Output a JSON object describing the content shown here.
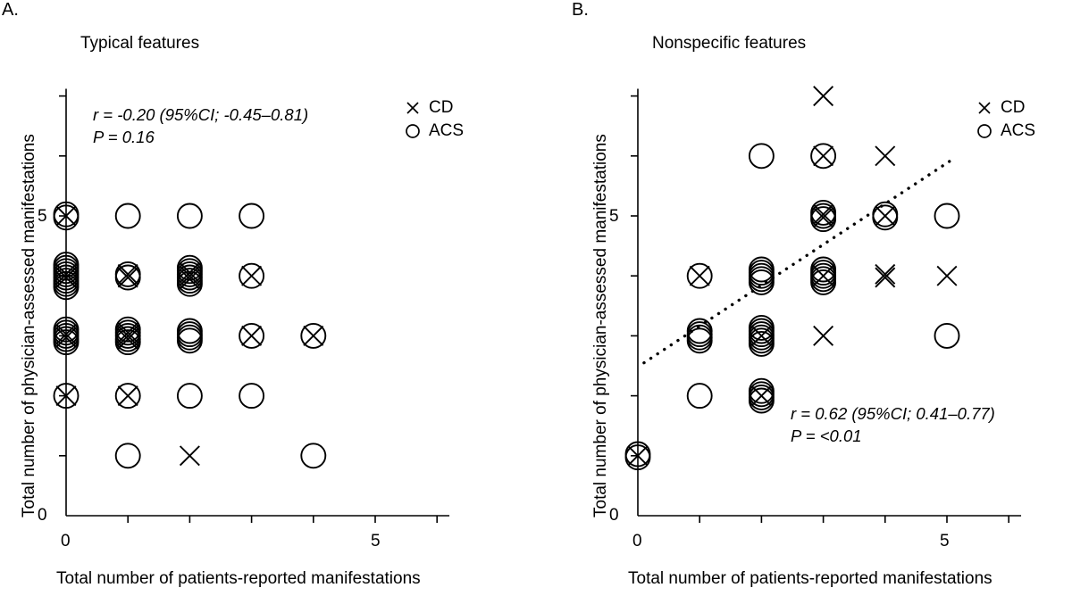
{
  "figure": {
    "background": "#ffffff",
    "stroke_color": "#000000"
  },
  "panels": [
    {
      "letter": "A.",
      "title": "Typical features",
      "xlabel": "Total number of patients-reported manifestations",
      "ylabel": "Total number of physician-assessed manifestations",
      "xticklabels": [
        "0",
        "5"
      ],
      "yticklabels": [
        "0",
        "5"
      ],
      "stats_r": "r = -0.20 (95%CI; -0.45–0.81)",
      "stats_p": "P = 0.16",
      "legend": [
        {
          "marker": "cross-marker",
          "label": "CD"
        },
        {
          "marker": "circle-marker",
          "label": "ACS"
        }
      ],
      "trendline": false
    },
    {
      "letter": "B.",
      "title": "Nonspecific features",
      "xlabel": "Total number of patients-reported manifestations",
      "ylabel": "Total number of physician-assessed manifestations",
      "xticklabels": [
        "0",
        "5"
      ],
      "yticklabels": [
        "0",
        "5"
      ],
      "stats_r": "r = 0.62 (95%CI; 0.41–0.77)",
      "stats_p": "P = <0.01",
      "legend": [
        {
          "marker": "cross-marker",
          "label": "CD"
        },
        {
          "marker": "circle-marker",
          "label": "ACS"
        }
      ],
      "trendline": true
    }
  ],
  "chart_data": [
    {
      "type": "scatter",
      "panel": "A",
      "title": "Typical features",
      "xlabel": "Total number of patients-reported manifestations",
      "ylabel": "Total number of physician-assessed manifestations",
      "xlim": [
        0,
        6.2
      ],
      "ylim": [
        0,
        7.1
      ],
      "xticks": [
        0,
        1,
        2,
        3,
        4,
        5,
        6
      ],
      "yticks": [
        0,
        1,
        2,
        3,
        4,
        5,
        6,
        7
      ],
      "xticklabels_shown": {
        "0": "0",
        "5": "5"
      },
      "yticklabels_shown": {
        "0": "0",
        "5": "5"
      },
      "grid": false,
      "legend_position": "top-right",
      "annotation_r": "r = -0.20 (95%CI; -0.45–0.81)",
      "annotation_p": "P = 0.16",
      "correlation_r": -0.2,
      "ci_low": -0.45,
      "ci_high": 0.81,
      "p_value": "0.16",
      "trendline": null,
      "series": [
        {
          "name": "ACS",
          "marker": "circle",
          "points": [
            {
              "x": 0,
              "y": 5,
              "n": 2,
              "jitter": 1
            },
            {
              "x": 1,
              "y": 5,
              "n": 1,
              "jitter": 0
            },
            {
              "x": 2,
              "y": 5,
              "n": 1,
              "jitter": 0
            },
            {
              "x": 3,
              "y": 5,
              "n": 1,
              "jitter": 0
            },
            {
              "x": 0,
              "y": 4,
              "n": 8,
              "jitter": 1
            },
            {
              "x": 1,
              "y": 4,
              "n": 2,
              "jitter": 1
            },
            {
              "x": 2,
              "y": 4,
              "n": 6,
              "jitter": 1
            },
            {
              "x": 3,
              "y": 4,
              "n": 1,
              "jitter": 0
            },
            {
              "x": 0,
              "y": 3,
              "n": 5,
              "jitter": 1
            },
            {
              "x": 1,
              "y": 3,
              "n": 5,
              "jitter": 1
            },
            {
              "x": 2,
              "y": 3,
              "n": 4,
              "jitter": 1
            },
            {
              "x": 3,
              "y": 3,
              "n": 1,
              "jitter": 0
            },
            {
              "x": 4,
              "y": 3,
              "n": 1,
              "jitter": 0
            },
            {
              "x": 0,
              "y": 2,
              "n": 1,
              "jitter": 0
            },
            {
              "x": 1,
              "y": 2,
              "n": 1,
              "jitter": 0
            },
            {
              "x": 2,
              "y": 2,
              "n": 1,
              "jitter": 0
            },
            {
              "x": 3,
              "y": 2,
              "n": 1,
              "jitter": 0
            },
            {
              "x": 1,
              "y": 1,
              "n": 1,
              "jitter": 0
            },
            {
              "x": 4,
              "y": 1,
              "n": 1,
              "jitter": 0
            }
          ]
        },
        {
          "name": "CD",
          "marker": "cross",
          "points": [
            {
              "x": 0,
              "y": 5,
              "n": 1,
              "jitter": 0
            },
            {
              "x": 0,
              "y": 4,
              "n": 2,
              "jitter": 1
            },
            {
              "x": 1,
              "y": 4,
              "n": 2,
              "jitter": 1
            },
            {
              "x": 2,
              "y": 4,
              "n": 3,
              "jitter": 1
            },
            {
              "x": 3,
              "y": 4,
              "n": 1,
              "jitter": 0
            },
            {
              "x": 0,
              "y": 3,
              "n": 2,
              "jitter": 1
            },
            {
              "x": 1,
              "y": 3,
              "n": 3,
              "jitter": 1
            },
            {
              "x": 3,
              "y": 3,
              "n": 1,
              "jitter": 0
            },
            {
              "x": 4,
              "y": 3,
              "n": 1,
              "jitter": 0
            },
            {
              "x": 0,
              "y": 2,
              "n": 1,
              "jitter": 0
            },
            {
              "x": 1,
              "y": 2,
              "n": 1,
              "jitter": 0
            },
            {
              "x": 2,
              "y": 1,
              "n": 1,
              "jitter": 0
            }
          ]
        }
      ]
    },
    {
      "type": "scatter",
      "panel": "B",
      "title": "Nonspecific features",
      "xlabel": "Total number of patients-reported manifestations",
      "ylabel": "Total number of physician-assessed manifestations",
      "xlim": [
        0,
        6.2
      ],
      "ylim": [
        0,
        7.1
      ],
      "xticks": [
        0,
        1,
        2,
        3,
        4,
        5,
        6
      ],
      "yticks": [
        0,
        1,
        2,
        3,
        4,
        5,
        6,
        7
      ],
      "xticklabels_shown": {
        "0": "0",
        "5": "5"
      },
      "yticklabels_shown": {
        "0": "0",
        "5": "5"
      },
      "grid": false,
      "legend_position": "top-right",
      "annotation_r": "r = 0.62 (95%CI; 0.41–0.77)",
      "annotation_p": "P = <0.01",
      "correlation_r": 0.62,
      "ci_low": 0.41,
      "ci_high": 0.77,
      "p_value": "<0.01",
      "trendline": {
        "style": "dotted",
        "x_start": 0.1,
        "y_start": 2.55,
        "x_end": 5.1,
        "y_end": 5.95
      },
      "series": [
        {
          "name": "ACS",
          "marker": "circle",
          "points": [
            {
              "x": 2,
              "y": 6,
              "n": 1,
              "jitter": 0
            },
            {
              "x": 3,
              "y": 6,
              "n": 1,
              "jitter": 0
            },
            {
              "x": 3,
              "y": 5,
              "n": 3,
              "jitter": 1
            },
            {
              "x": 4,
              "y": 5,
              "n": 2,
              "jitter": 1
            },
            {
              "x": 5,
              "y": 5,
              "n": 1,
              "jitter": 0
            },
            {
              "x": 1,
              "y": 4,
              "n": 1,
              "jitter": 0
            },
            {
              "x": 2,
              "y": 4,
              "n": 5,
              "jitter": 1
            },
            {
              "x": 3,
              "y": 4,
              "n": 5,
              "jitter": 1
            },
            {
              "x": 1,
              "y": 3,
              "n": 4,
              "jitter": 1
            },
            {
              "x": 2,
              "y": 3,
              "n": 6,
              "jitter": 1
            },
            {
              "x": 5,
              "y": 3,
              "n": 1,
              "jitter": 0
            },
            {
              "x": 1,
              "y": 2,
              "n": 1,
              "jitter": 0
            },
            {
              "x": 2,
              "y": 2,
              "n": 4,
              "jitter": 1
            },
            {
              "x": 0,
              "y": 1,
              "n": 2,
              "jitter": 1
            }
          ]
        },
        {
          "name": "CD",
          "marker": "cross",
          "points": [
            {
              "x": 3,
              "y": 7,
              "n": 1,
              "jitter": 0
            },
            {
              "x": 3,
              "y": 6,
              "n": 1,
              "jitter": 0
            },
            {
              "x": 4,
              "y": 6,
              "n": 1,
              "jitter": 0
            },
            {
              "x": 3,
              "y": 5,
              "n": 2,
              "jitter": 1
            },
            {
              "x": 4,
              "y": 5,
              "n": 1,
              "jitter": 0
            },
            {
              "x": 1,
              "y": 4,
              "n": 1,
              "jitter": 0
            },
            {
              "x": 3,
              "y": 4,
              "n": 1,
              "jitter": 0
            },
            {
              "x": 4,
              "y": 4,
              "n": 2,
              "jitter": 1
            },
            {
              "x": 5,
              "y": 4,
              "n": 1,
              "jitter": 0
            },
            {
              "x": 2,
              "y": 3,
              "n": 1,
              "jitter": 0
            },
            {
              "x": 3,
              "y": 3,
              "n": 1,
              "jitter": 0
            },
            {
              "x": 2,
              "y": 2,
              "n": 1,
              "jitter": 0
            },
            {
              "x": 0,
              "y": 1,
              "n": 1,
              "jitter": 0
            }
          ]
        }
      ]
    }
  ]
}
